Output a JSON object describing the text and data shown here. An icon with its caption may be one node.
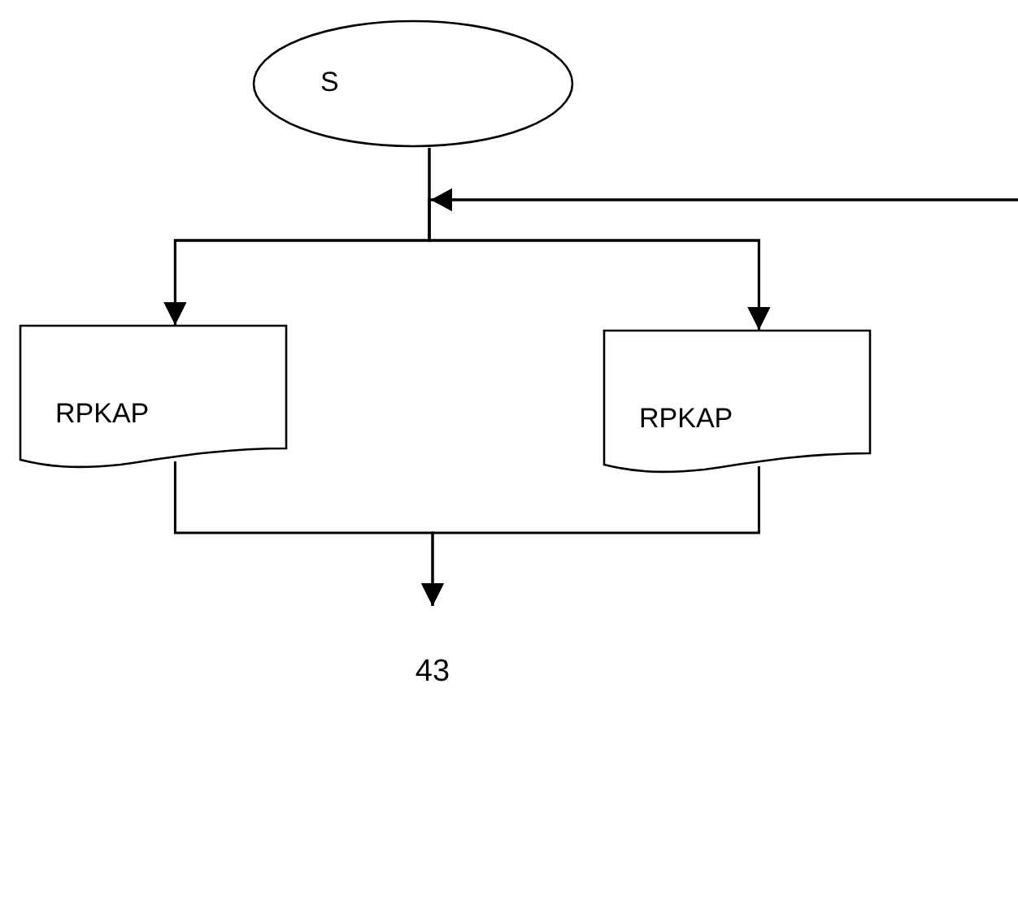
{
  "diagram": {
    "nodes": [
      {
        "text": [
          "S"
        ]
      },
      {
        "text": [
          "RPKAP"
        ]
      },
      {
        "text": [
          "RPKAP"
        ]
      }
    ],
    "edges": [
      {
        "from": 0,
        "to": 1,
        "arrow": "to"
      },
      {
        "from": 0,
        "to": 2,
        "arrow": "to"
      },
      {
        "from": null,
        "to": 1,
        "arrow": "to"
      },
      {
        "from": null,
        "to": 2,
        "arrow": "to"
      },
      {
        "from": 1,
        "to": null,
        "arrow": "to"
      },
      {
        "from": 2,
        "to": null,
        "arrow": "to"
      }
    ],
    "labels": [
      "43"
    ]
  }
}
